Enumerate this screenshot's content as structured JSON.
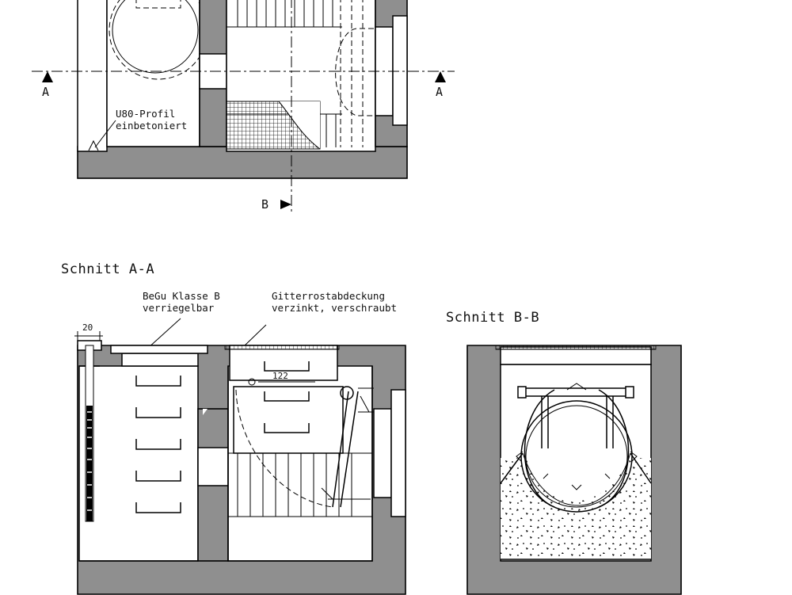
{
  "plan": {
    "section_a_left": "A",
    "section_a_right": "A",
    "section_b": "B",
    "profile_note_line1": "U80-Profil",
    "profile_note_line2": "einbetoniert"
  },
  "section_aa": {
    "title": "Schnitt A-A",
    "cover_note_line1": "BeGu Klasse B",
    "cover_note_line2": "verriegelbar",
    "grate_note_line1": "Gitterrostabdeckung",
    "grate_note_line2": "verzinkt, verschraubt",
    "dim_top": "20",
    "dim_step": "122"
  },
  "section_bb": {
    "title": "Schnitt B-B"
  },
  "colors": {
    "concrete": "#8f8f8f",
    "line": "#000000"
  }
}
